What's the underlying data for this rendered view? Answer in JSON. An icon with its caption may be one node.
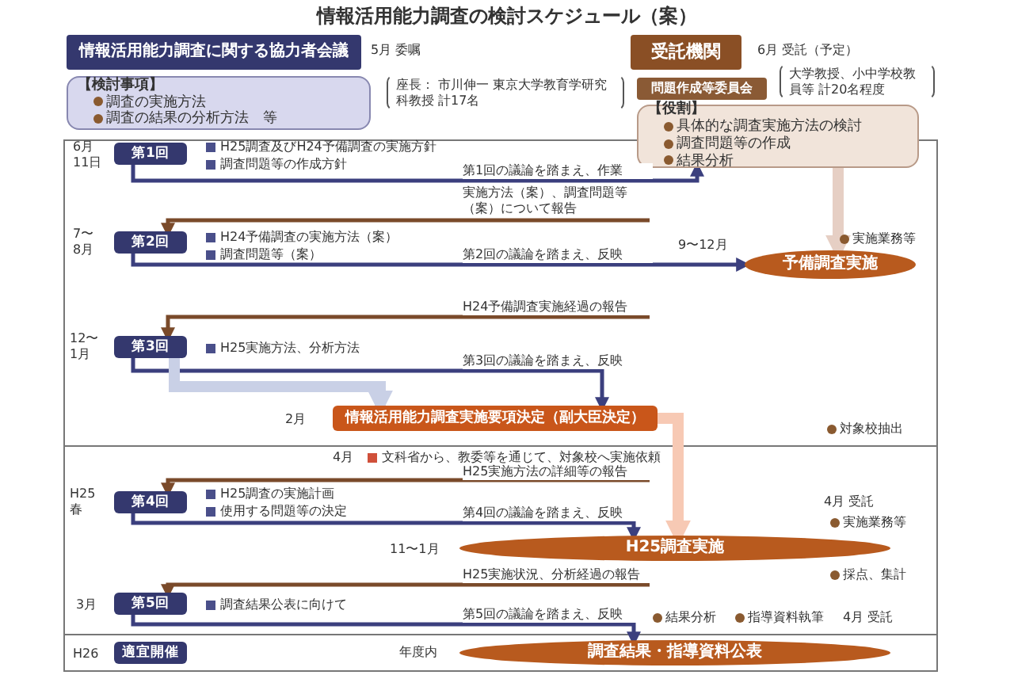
{
  "diagram": {
    "title": "情報活用能力調査の検討スケジュール（案）",
    "nodes": [
      {
        "text": [
          "情報活用能力調査に関する協力者会議"
        ],
        "beside": [
          "5月 委嘱"
        ]
      },
      {
        "text": [
          "受託機関"
        ],
        "beside": [
          "6月 受託（予定）"
        ]
      },
      {
        "text": [
          "【検討事項】",
          "調査の実施方法",
          "調査の結果の分析方法　等"
        ]
      },
      {
        "text": [
          "問題作成等委員会"
        ]
      },
      {
        "text": [
          "【役割】",
          "具体的な調査実施方法の検討",
          "調査問題等の作成",
          "結果分析"
        ]
      },
      {
        "text": [
          "第1回"
        ],
        "beside": [
          "6月 11日",
          "H25調査及びH24予備調査の実施方針",
          "調査問題等の作成方針"
        ]
      },
      {
        "text": [
          "第2回"
        ],
        "beside": [
          "7〜 8月",
          "H24予備調査の実施方法（案）",
          "調査問題等（案）"
        ]
      },
      {
        "text": [
          "第3回"
        ],
        "beside": [
          "12〜 1月",
          "H25実施方法、分析方法"
        ]
      },
      {
        "text": [
          "情報活用能力調査実施要項決定（副大臣決定）"
        ],
        "beside": [
          "2月"
        ]
      },
      {
        "text": [
          "第4回"
        ],
        "beside": [
          "H25 春",
          "H25調査の実施計画",
          "使用する問題等の決定"
        ]
      },
      {
        "text": [
          "第5回"
        ],
        "beside": [
          "3月",
          "調査結果公表に向けて"
        ]
      },
      {
        "text": [
          "適宜開催"
        ],
        "beside": [
          "H26"
        ]
      },
      {
        "text": [
          "予備調査実施"
        ],
        "beside": [
          "9〜12月"
        ]
      },
      {
        "text": [
          "H25調査実施"
        ],
        "beside": [
          "11〜1月"
        ]
      },
      {
        "text": [
          "調査結果・指導資料公表"
        ],
        "beside": [
          "年度内"
        ]
      }
    ],
    "edges": [
      {
        "from": 4,
        "to": 12,
        "arrow": "to",
        "style": "thick",
        "color": "#e6cfc4"
      },
      {
        "from": 5,
        "to": 4,
        "arrow": "to",
        "label": "第1回の議論を踏まえ、作業",
        "color": "#3b3f7e"
      },
      {
        "from": null,
        "to": 6,
        "arrow": "to",
        "label": "実施方法（案）、調査問題等（案）について報告",
        "color": "#7a4a2a"
      },
      {
        "from": 6,
        "to": 12,
        "arrow": "to",
        "label": "第2回の議論を踏まえ、反映",
        "color": "#3b3f7e"
      },
      {
        "from": null,
        "to": 7,
        "arrow": "to",
        "label": "H24予備調査実施経過の報告",
        "color": "#7a4a2a"
      },
      {
        "from": 7,
        "to": 8,
        "arrow": "to",
        "label": "第3回の議論を踏まえ、反映",
        "color": "#3b3f7e"
      },
      {
        "from": 7,
        "to": 8,
        "arrow": "to",
        "style": "thick",
        "color": "#c9d0e6"
      },
      {
        "from": 8,
        "to": 13,
        "arrow": "to",
        "style": "thick",
        "color": "#f7c9b4"
      },
      {
        "from": null,
        "to": 9,
        "arrow": "to",
        "label": "H25実施方法の詳細等の報告",
        "color": "#7a4a2a"
      },
      {
        "from": 9,
        "to": 13,
        "arrow": "to",
        "label": "第4回の議論を踏まえ、反映",
        "color": "#3b3f7e"
      },
      {
        "from": null,
        "to": 10,
        "arrow": "to",
        "label": "H25実施状況、分析経過の報告",
        "color": "#7a4a2a"
      },
      {
        "from": 10,
        "to": 14,
        "arrow": "to",
        "label": "第5回の議論を踏まえ、反映",
        "color": "#3b3f7e"
      }
    ],
    "labels": [
      "座長： 市川伸一 東京大学教育学研究科教授 計17名",
      "大学教授、小中学校教員等 計20名程度",
      "実施業務等",
      "対象校抽出",
      "4月",
      "文科省から、教委等を通じて、対象校へ実施依頼",
      "4月 受託",
      "実施業務等",
      "採点、集計",
      "結果分析",
      "指導資料執筆",
      "4月 受託"
    ]
  }
}
